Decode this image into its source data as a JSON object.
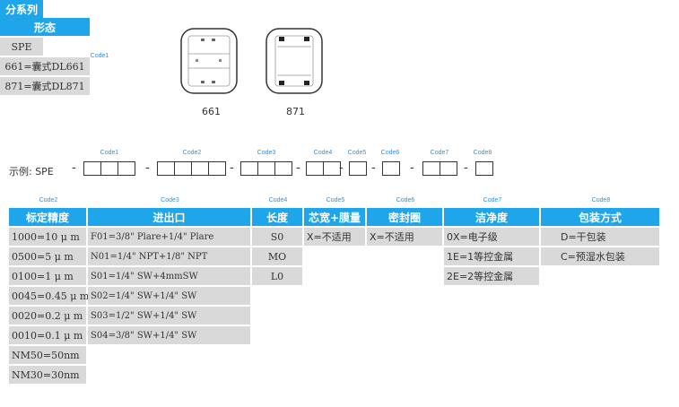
{
  "top_table": {
    "code_label": "Code1",
    "headers": [
      "分系列",
      "形态"
    ],
    "series": "SPE",
    "forms": [
      "661=囊式DL661",
      "871=囊式DL871"
    ]
  },
  "packages": [
    {
      "label": "661"
    },
    {
      "label": "871"
    }
  ],
  "example": {
    "prefix": "示例: SPE",
    "codes": [
      "Code1",
      "Code2",
      "Code3",
      "Code4",
      "Code5",
      "Code6",
      "Code7",
      "Code8"
    ]
  },
  "table": {
    "codes": [
      "Code2",
      "Code3",
      "Code4",
      "Code5",
      "Code6",
      "Code7",
      "Code8"
    ],
    "headers": [
      "标定精度",
      "进出口",
      "长度",
      "芯宽+膜量",
      "密封圈",
      "洁净度",
      "包装方式"
    ],
    "precision": [
      "1000=10 μ m",
      "0500=5 μ m",
      "0100=1 μ m",
      "0045=0.45 μ m",
      "0020=0.2 μ m",
      "0010=0.1 μ m",
      "NM50=50nm",
      "NM30=30nm"
    ],
    "ports": [
      "F01=3/8\" Plare+1/4\" Plare",
      "N01=1/4\" NPT+1/8\" NPT",
      "S01=1/4\" SW+4mmSW",
      "S02=1/4\" SW+1/4\" SW",
      "S03=1/2\" SW+1/4\" SW",
      "S04=3/8\" SW+1/4\" SW"
    ],
    "length": [
      "S0",
      "MO",
      "L0"
    ],
    "core": [
      "X=不适用"
    ],
    "seal": [
      "X=不适用"
    ],
    "clean": [
      "0X=电子级",
      "1E=1等控金属",
      "2E=2等控金属"
    ],
    "pack": [
      "D=干包装",
      "C=预湿水包装"
    ]
  }
}
